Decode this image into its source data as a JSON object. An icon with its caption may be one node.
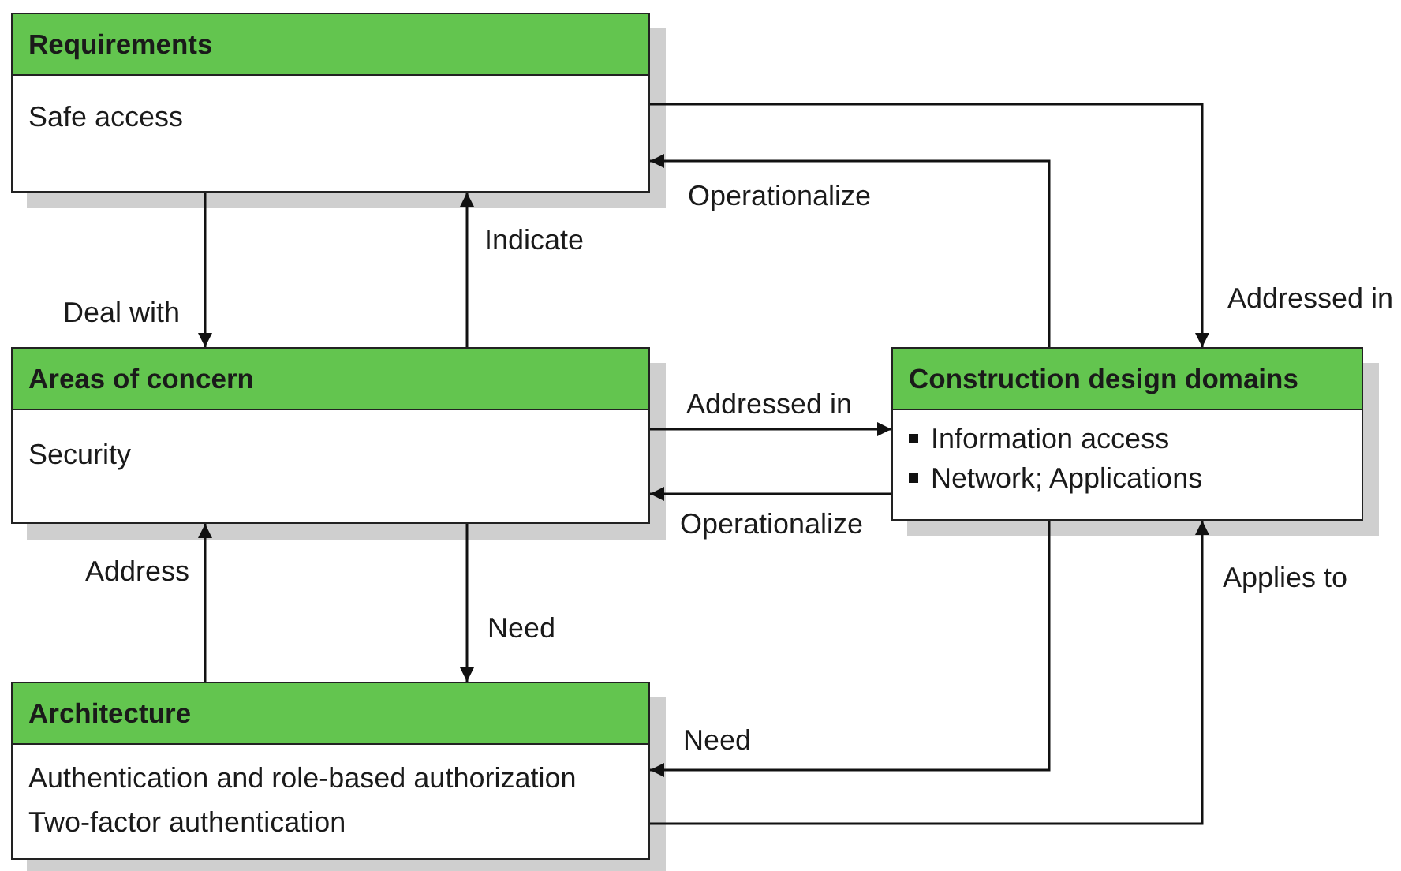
{
  "diagram": {
    "nodes": [
      {
        "text": [
          "Requirements",
          "Safe access"
        ]
      },
      {
        "text": [
          "Areas of concern",
          "Security"
        ]
      },
      {
        "text": [
          "Construction design domains",
          "Information access",
          "Network; Applications"
        ]
      },
      {
        "text": [
          "Architecture",
          "Authentication and role-based authorization",
          "Two-factor authentication"
        ]
      }
    ],
    "edges": [
      {
        "from": 0,
        "to": 1,
        "arrow": "to",
        "label": "Deal with"
      },
      {
        "from": 1,
        "to": 0,
        "arrow": "to",
        "label": "Indicate"
      },
      {
        "from": 0,
        "to": 2,
        "arrow": "to",
        "label": "Addressed in"
      },
      {
        "from": 2,
        "to": 0,
        "arrow": "to",
        "label": "Operationalize"
      },
      {
        "from": 1,
        "to": 2,
        "arrow": "to",
        "label": "Addressed in"
      },
      {
        "from": 2,
        "to": 1,
        "arrow": "to",
        "label": "Operationalize"
      },
      {
        "from": 1,
        "to": 3,
        "arrow": "to",
        "label": "Need"
      },
      {
        "from": 3,
        "to": 1,
        "arrow": "to",
        "label": "Address"
      },
      {
        "from": 2,
        "to": 3,
        "arrow": "to",
        "label": "Need"
      },
      {
        "from": 3,
        "to": 2,
        "arrow": "to",
        "label": "Applies to"
      }
    ]
  }
}
